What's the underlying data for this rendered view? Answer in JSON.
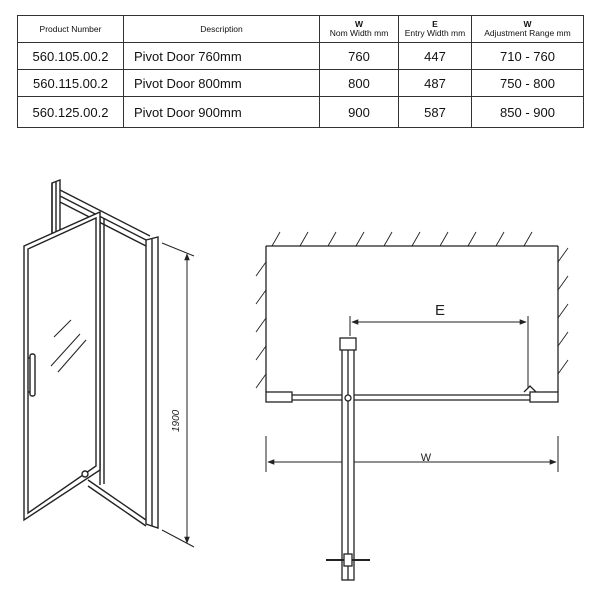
{
  "table": {
    "headers": {
      "product_number": "Product Number",
      "description": "Description",
      "nom_width_letter": "W",
      "nom_width_label": "Nom Width mm",
      "entry_width_letter": "E",
      "entry_width_label": "Entry Width mm",
      "adjustment_letter": "W",
      "adjustment_label": "Adjustment Range mm"
    },
    "rows": [
      {
        "product": "560.105.00.2",
        "description": "Pivot Door  760mm",
        "nom": "760",
        "entry": "447",
        "range": "710 - 760"
      },
      {
        "product": "560.115.00.2",
        "description": "Pivot Door  800mm",
        "nom": "800",
        "entry": "487",
        "range": "750 - 800"
      },
      {
        "product": "560.125.00.2",
        "description": "Pivot Door  900mm",
        "nom": "900",
        "entry": "587",
        "range": "850 - 900"
      }
    ]
  },
  "elevation": {
    "height_label": "1900"
  },
  "plan": {
    "entry_label": "E",
    "width_label": "W"
  }
}
